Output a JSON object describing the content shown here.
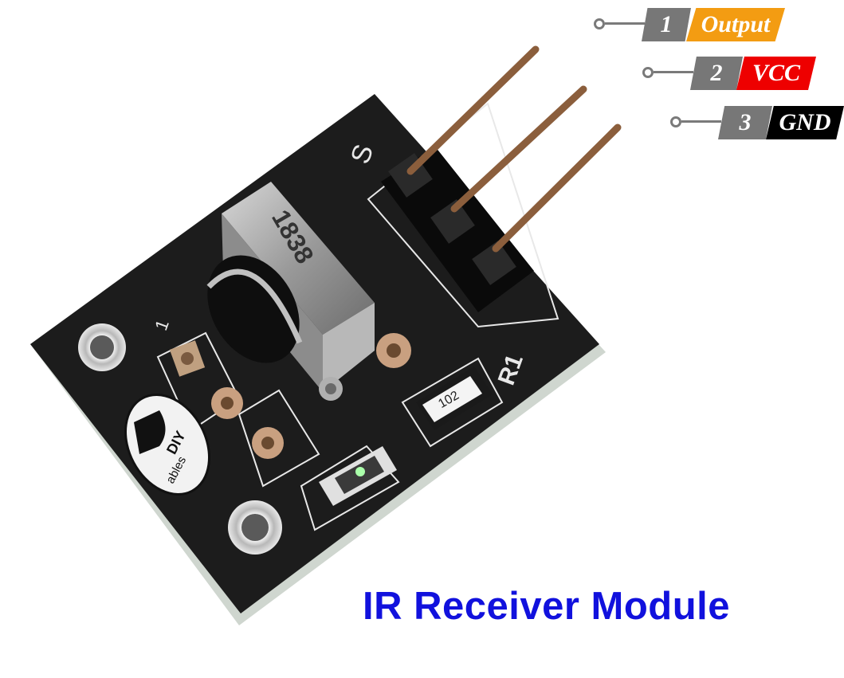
{
  "caption": "IR Receiver Module",
  "pins": [
    {
      "number": "1",
      "name": "Output",
      "color": "#f39c12"
    },
    {
      "number": "2",
      "name": "VCC",
      "color": "#ee0000"
    },
    {
      "number": "3",
      "name": "GND",
      "color": "#000000"
    }
  ],
  "board": {
    "silkscreen_signal": "S",
    "silkscreen_resistor": "R1",
    "silkscreen_pin1": "1",
    "resistor_code": "102",
    "sensor_marking": "1838",
    "logo_text_top": "DIY",
    "logo_text_bottom": "ables",
    "board_color": "#1c1c1c",
    "silk_color": "#e8e8e8"
  }
}
